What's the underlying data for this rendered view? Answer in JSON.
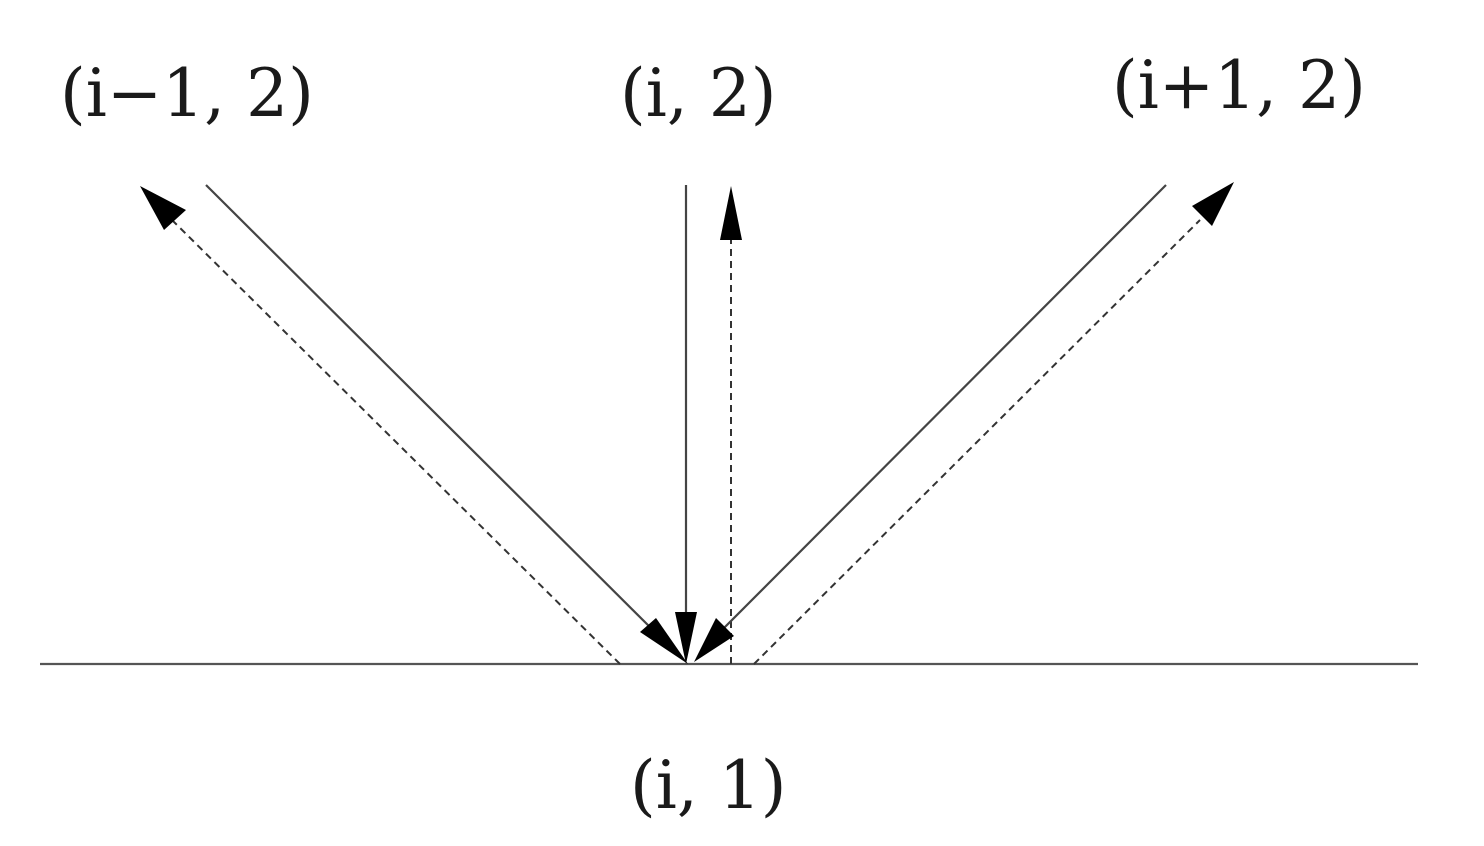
{
  "labels": {
    "left_top": "(i−1, 2)",
    "center_top": "(i, 2)",
    "right_top": "(i+1, 2)",
    "bottom": "(i, 1)"
  },
  "colors": {
    "ink": "#1a1a1a",
    "line": "#444444",
    "background": "#ffffff"
  }
}
